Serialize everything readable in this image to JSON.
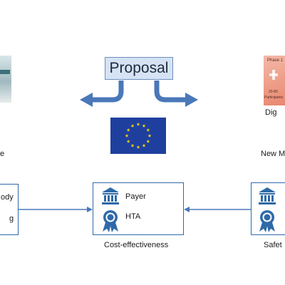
{
  "proposal": {
    "label": "Proposal"
  },
  "left_panel": {
    "caption": "e",
    "box_line1": "ody",
    "box_line2": "g"
  },
  "right_panel": {
    "card_title": "Phase 1",
    "card_line1": "20-80",
    "card_line2": "Participants",
    "top_caption": "Dig",
    "caption": "New M",
    "bottom_caption": "Safet"
  },
  "center_box": {
    "item1": "Payer",
    "item2": "HTA",
    "caption": "Cost-effectiveness"
  },
  "icons": {
    "bank": "bank-building-icon",
    "award": "award-ribbon-icon"
  },
  "colors": {
    "arrow": "#4a78b8",
    "box_border": "#2e6aa8",
    "eu_blue": "#1f3f9f",
    "eu_star": "#f4d21a",
    "icon": "#2e6aa8"
  }
}
